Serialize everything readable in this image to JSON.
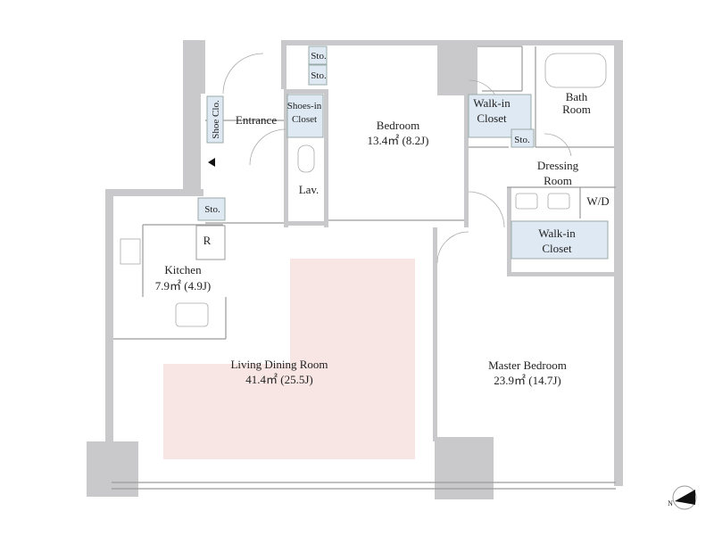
{
  "colors": {
    "wall": "#c9c9cb",
    "living_highlight": "#f7e6e4",
    "closet": "#dfe9f3"
  },
  "rooms": {
    "sto_1": "Sto.",
    "sto_2": "Sto.",
    "shoe_closet": "Shoe Clo.",
    "entrance": "Entrance",
    "shoes_in_closet": [
      "Shoes-in",
      "Closet"
    ],
    "bedroom": {
      "name": "Bedroom",
      "area": "13.4㎡  (8.2J)"
    },
    "walk_in_closet_1": [
      "Walk-in",
      "Closet"
    ],
    "bath_room": [
      "Bath",
      "Room"
    ],
    "sto_3": "Sto.",
    "dressing_room": [
      "Dressing",
      "Room"
    ],
    "washer_dryer": "W/D",
    "lavatory": "Lav.",
    "sto_4": "Sto.",
    "refrigerator": "R",
    "kitchen": {
      "name": "Kitchen",
      "area": "7.9㎡  (4.9J)"
    },
    "walk_in_closet_2": [
      "Walk-in",
      "Closet"
    ],
    "living_dining_room": {
      "name": "Living Dining Room",
      "area": "41.4㎡  (25.5J)"
    },
    "master_bedroom": {
      "name": "Master Bedroom",
      "area": "23.9㎡  (14.7J)"
    }
  },
  "icons": {
    "entrance_marker": "triangle-left-icon",
    "compass": "north-compass-icon"
  },
  "compass_label": "N"
}
